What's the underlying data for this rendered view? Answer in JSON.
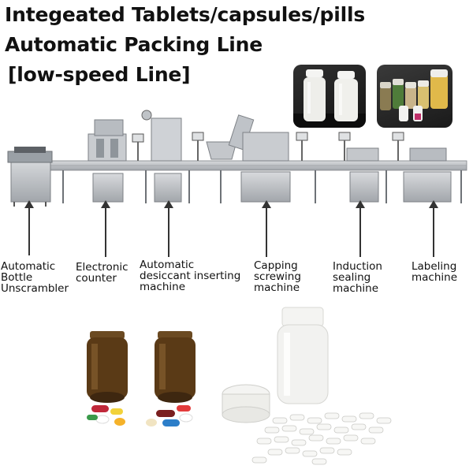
{
  "title": {
    "line1": "Integeated Tablets/capsules/pills",
    "line2": "Automatic Packing Line",
    "line3": "[low-speed Line]"
  },
  "labels": [
    {
      "id": "unscrambler",
      "lines": [
        "Automatic",
        "Bottle",
        "Unscrambler"
      ]
    },
    {
      "id": "counter",
      "lines": [
        "Electronic",
        "counter"
      ]
    },
    {
      "id": "desiccant",
      "lines": [
        "Automatic",
        "desiccant inserting",
        "machine"
      ]
    },
    {
      "id": "capping",
      "lines": [
        "Capping",
        "screwing",
        "machine"
      ]
    },
    {
      "id": "induction",
      "lines": [
        "Induction",
        "sealing",
        "machine"
      ]
    },
    {
      "id": "labeling",
      "lines": [
        "Labeling",
        "machine"
      ]
    }
  ],
  "colors": {
    "steel": "#b9bcc0",
    "steel_dark": "#7d8186",
    "brown_bottle": "#5a3a16",
    "white_bottle": "#f2f2f0"
  }
}
